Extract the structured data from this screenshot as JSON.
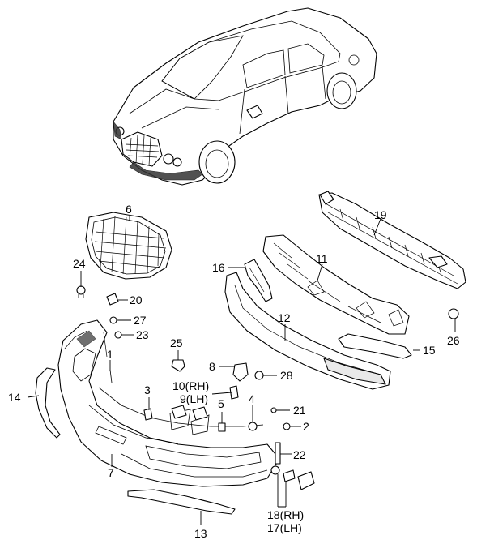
{
  "callouts": [
    {
      "id": "c6",
      "text": "6"
    },
    {
      "id": "c19",
      "text": "19"
    },
    {
      "id": "c11",
      "text": "11"
    },
    {
      "id": "c16",
      "text": "16"
    },
    {
      "id": "c24",
      "text": "24"
    },
    {
      "id": "c20",
      "text": "20"
    },
    {
      "id": "c27",
      "text": "27"
    },
    {
      "id": "c23",
      "text": "23"
    },
    {
      "id": "c12",
      "text": "12"
    },
    {
      "id": "c26",
      "text": "26"
    },
    {
      "id": "c15",
      "text": "15"
    },
    {
      "id": "c25",
      "text": "25"
    },
    {
      "id": "c1",
      "text": "1"
    },
    {
      "id": "c8",
      "text": "8"
    },
    {
      "id": "c28",
      "text": "28"
    },
    {
      "id": "c10",
      "text": "10(RH)"
    },
    {
      "id": "c9",
      "text": "9(LH)"
    },
    {
      "id": "c3",
      "text": "3"
    },
    {
      "id": "c14",
      "text": "14"
    },
    {
      "id": "c4",
      "text": "4"
    },
    {
      "id": "c21",
      "text": "21"
    },
    {
      "id": "c5",
      "text": "5"
    },
    {
      "id": "c2",
      "text": "2"
    },
    {
      "id": "c22",
      "text": "22"
    },
    {
      "id": "c7",
      "text": "7"
    },
    {
      "id": "c18",
      "text": "18(RH)"
    },
    {
      "id": "c17",
      "text": "17(LH)"
    },
    {
      "id": "c13",
      "text": "13"
    }
  ]
}
